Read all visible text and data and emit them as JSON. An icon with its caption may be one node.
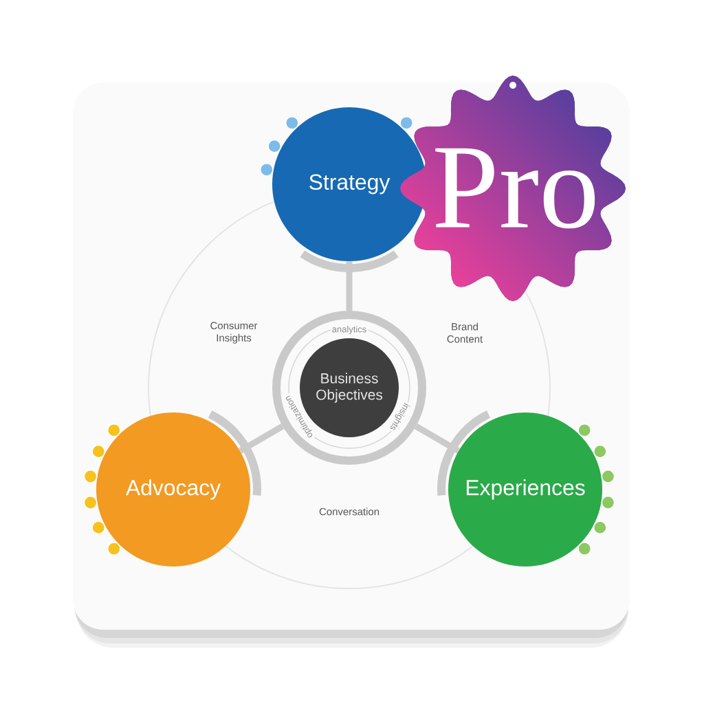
{
  "diagram": {
    "nodes": [
      {
        "text": [
          "Strategy"
        ]
      },
      {
        "text": [
          "Pro"
        ]
      },
      {
        "text": [
          "analytics",
          "Business Objectives",
          "optimization",
          "insights"
        ]
      },
      {
        "text": [
          "Advocacy"
        ]
      },
      {
        "text": [
          "Experiences"
        ]
      }
    ],
    "edges": [
      {
        "from": 2,
        "to": 0,
        "arrow": "none"
      },
      {
        "from": 2,
        "to": 3,
        "arrow": "none"
      },
      {
        "from": 2,
        "to": 4,
        "arrow": "none"
      }
    ],
    "labels": [
      "Consumer Insights",
      "Brand Content",
      "Conversation"
    ]
  }
}
